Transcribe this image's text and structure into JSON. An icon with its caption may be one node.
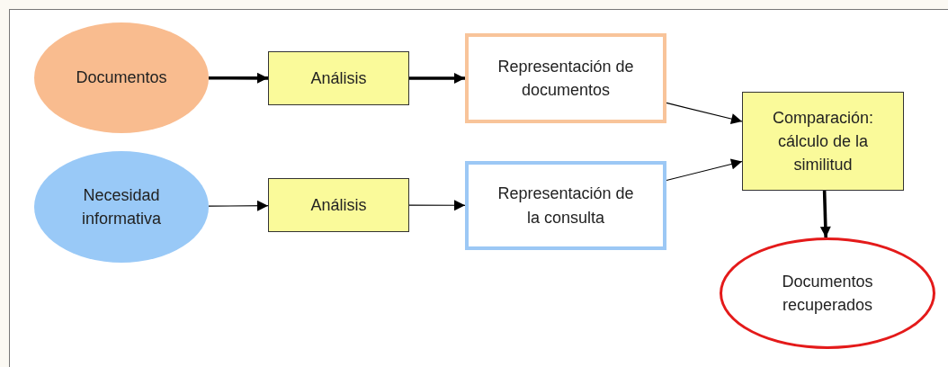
{
  "diagram": {
    "nodes": [
      {
        "text": [
          "Documentos"
        ]
      },
      {
        "text": [
          "Análisis"
        ]
      },
      {
        "text": [
          "Representación de documentos"
        ]
      },
      {
        "text": [
          "Comparación: cálculo de la similitud"
        ]
      },
      {
        "text": [
          "Necesidad informativa"
        ]
      },
      {
        "text": [
          "Análisis"
        ]
      },
      {
        "text": [
          "Representación de la consulta"
        ]
      },
      {
        "text": [
          "Documentos recuperados"
        ]
      }
    ],
    "edges": [
      {
        "from": 0,
        "to": 1,
        "arrow": "to",
        "style": "thick"
      },
      {
        "from": 1,
        "to": 2,
        "arrow": "to",
        "style": "thick"
      },
      {
        "from": 2,
        "to": 3,
        "arrow": "to"
      },
      {
        "from": 4,
        "to": 5,
        "arrow": "to"
      },
      {
        "from": 5,
        "to": 6,
        "arrow": "to"
      },
      {
        "from": 6,
        "to": 3,
        "arrow": "to"
      },
      {
        "from": 3,
        "to": 7,
        "arrow": "to",
        "style": "thick"
      }
    ]
  }
}
